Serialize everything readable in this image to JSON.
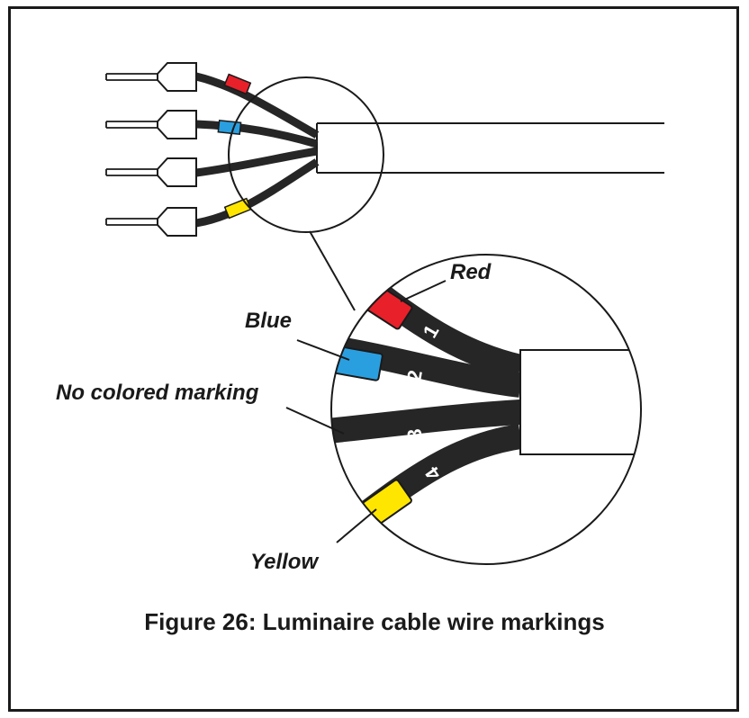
{
  "caption": "Figure 26: Luminaire cable wire markings",
  "labels": {
    "red": "Red",
    "blue": "Blue",
    "no_marking": "No colored marking",
    "yellow": "Yellow"
  },
  "wire_numbers": [
    "1",
    "2",
    "3",
    "4"
  ],
  "colors": {
    "red": "#e8202a",
    "blue": "#2a9fe0",
    "yellow": "#ffe600",
    "wire": "#262626",
    "outline": "#1a1a1a"
  }
}
